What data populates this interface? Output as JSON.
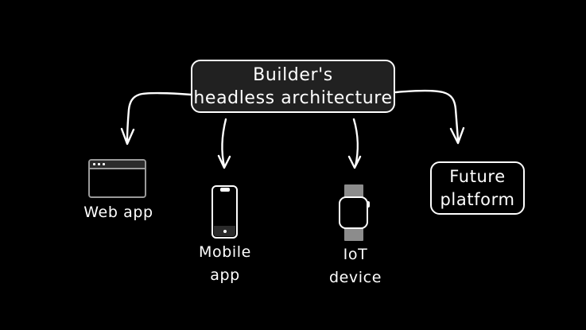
{
  "colors": {
    "background": "#000000",
    "stroke": "#ffffff",
    "title_box_fill": "#212121",
    "browser_stroke": "#9a9a9a",
    "browser_titlebar_fill": "#2b2b2b",
    "phone_bar_fill": "#2b2b2b",
    "watch_strap_fill": "#8c8c8c"
  },
  "diagram": {
    "title_box": {
      "line1": "Builder's",
      "line2": "headless architecture"
    },
    "nodes": {
      "web_app": {
        "label": "Web app",
        "icon": "browser-window"
      },
      "mobile_app": {
        "line1": "Mobile",
        "line2": "app",
        "icon": "smartphone"
      },
      "iot_device": {
        "line1": "IoT",
        "line2": "device",
        "icon": "smartwatch"
      },
      "future_platform": {
        "line1": "Future",
        "line2": "platform"
      }
    },
    "edges": [
      {
        "from": "headless-architecture-box",
        "to": "web-app"
      },
      {
        "from": "headless-architecture-box",
        "to": "mobile-app"
      },
      {
        "from": "headless-architecture-box",
        "to": "iot-device"
      },
      {
        "from": "headless-architecture-box",
        "to": "future-platform"
      }
    ]
  }
}
